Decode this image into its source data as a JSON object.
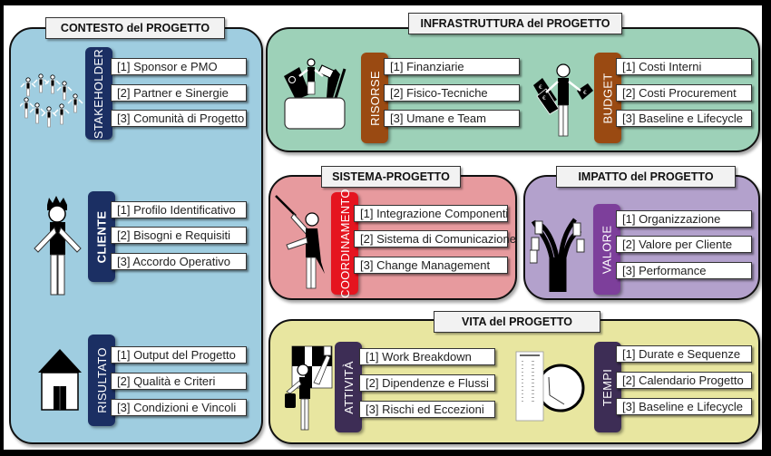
{
  "colors": {
    "contesto_bg": "#9fcde0",
    "infrastruttura_bg": "#9dd1b8",
    "sistema_bg": "#e79a9e",
    "impatto_bg": "#b3a1cc",
    "vita_bg": "#e8e6a0",
    "stakeholder_bar": "#1b2f63",
    "risorse_bar": "#9a4a12",
    "coordinamento_bar": "#e5141f",
    "valore_bar": "#7d3f9b",
    "tempi_bar": "#3d2d55"
  },
  "panels": {
    "contesto": {
      "title": "CONTESTO del PROGETTO",
      "groups": [
        {
          "label": "STAKEHOLDER",
          "icon": "people-group-icon",
          "items": [
            "[1] Sponsor e PMO",
            "[2] Partner e Sinergie",
            "[3] Comunità di Progetto"
          ]
        },
        {
          "label": "CLIENTE",
          "icon": "client-person-icon",
          "items": [
            "[1] Profilo Identificativo",
            "[2] Bisogni e Requisiti",
            "[3] Accordo Operativo"
          ]
        },
        {
          "label": "RISULTATO",
          "icon": "house-icon",
          "items": [
            "[1] Output del Progetto",
            "[2] Qualità e Criteri",
            "[3] Condizioni e Vincoli"
          ]
        }
      ]
    },
    "infrastruttura": {
      "title": "INFRASTRUTTURA del PROGETTO",
      "groups": [
        {
          "label": "RISORSE",
          "icon": "resources-box-icon",
          "items": [
            "[1] Finanziarie",
            "[2]  Fisico-Tecniche",
            "[3] Umane e Team"
          ]
        },
        {
          "label": "BUDGET",
          "icon": "person-with-money-icon",
          "items": [
            "[1] Costi Interni",
            "[2] Costi Procurement",
            "[3] Baseline e Lifecycle"
          ]
        }
      ]
    },
    "sistema": {
      "title": "SISTEMA-PROGETTO",
      "groups": [
        {
          "label": "COORDINAMENTO",
          "icon": "conductor-icon",
          "items": [
            "[1] Integrazione Componenti",
            "[2] Sistema di Comunicazione",
            "[3] Change Management"
          ]
        }
      ]
    },
    "impatto": {
      "title": "IMPATTO del PROGETTO",
      "groups": [
        {
          "label": "VALORE",
          "icon": "value-tree-icon",
          "items": [
            "[1] Organizzazione",
            "[2] Valore per Cliente",
            "[3] Performance"
          ]
        }
      ]
    },
    "vita": {
      "title": "VITA del PROGETTO",
      "groups": [
        {
          "label": "ATTIVITÀ",
          "icon": "worker-icon",
          "items": [
            "[1] Work Breakdown",
            "[2] Dipendenze e Flussi",
            "[3] Rischi ed Eccezioni"
          ]
        },
        {
          "label": "TEMPI",
          "icon": "calendar-clock-icon",
          "items": [
            "[1] Durate  e Sequenze",
            "[2] Calendario Progetto",
            "[3] Baseline e Lifecycle"
          ]
        }
      ]
    }
  }
}
